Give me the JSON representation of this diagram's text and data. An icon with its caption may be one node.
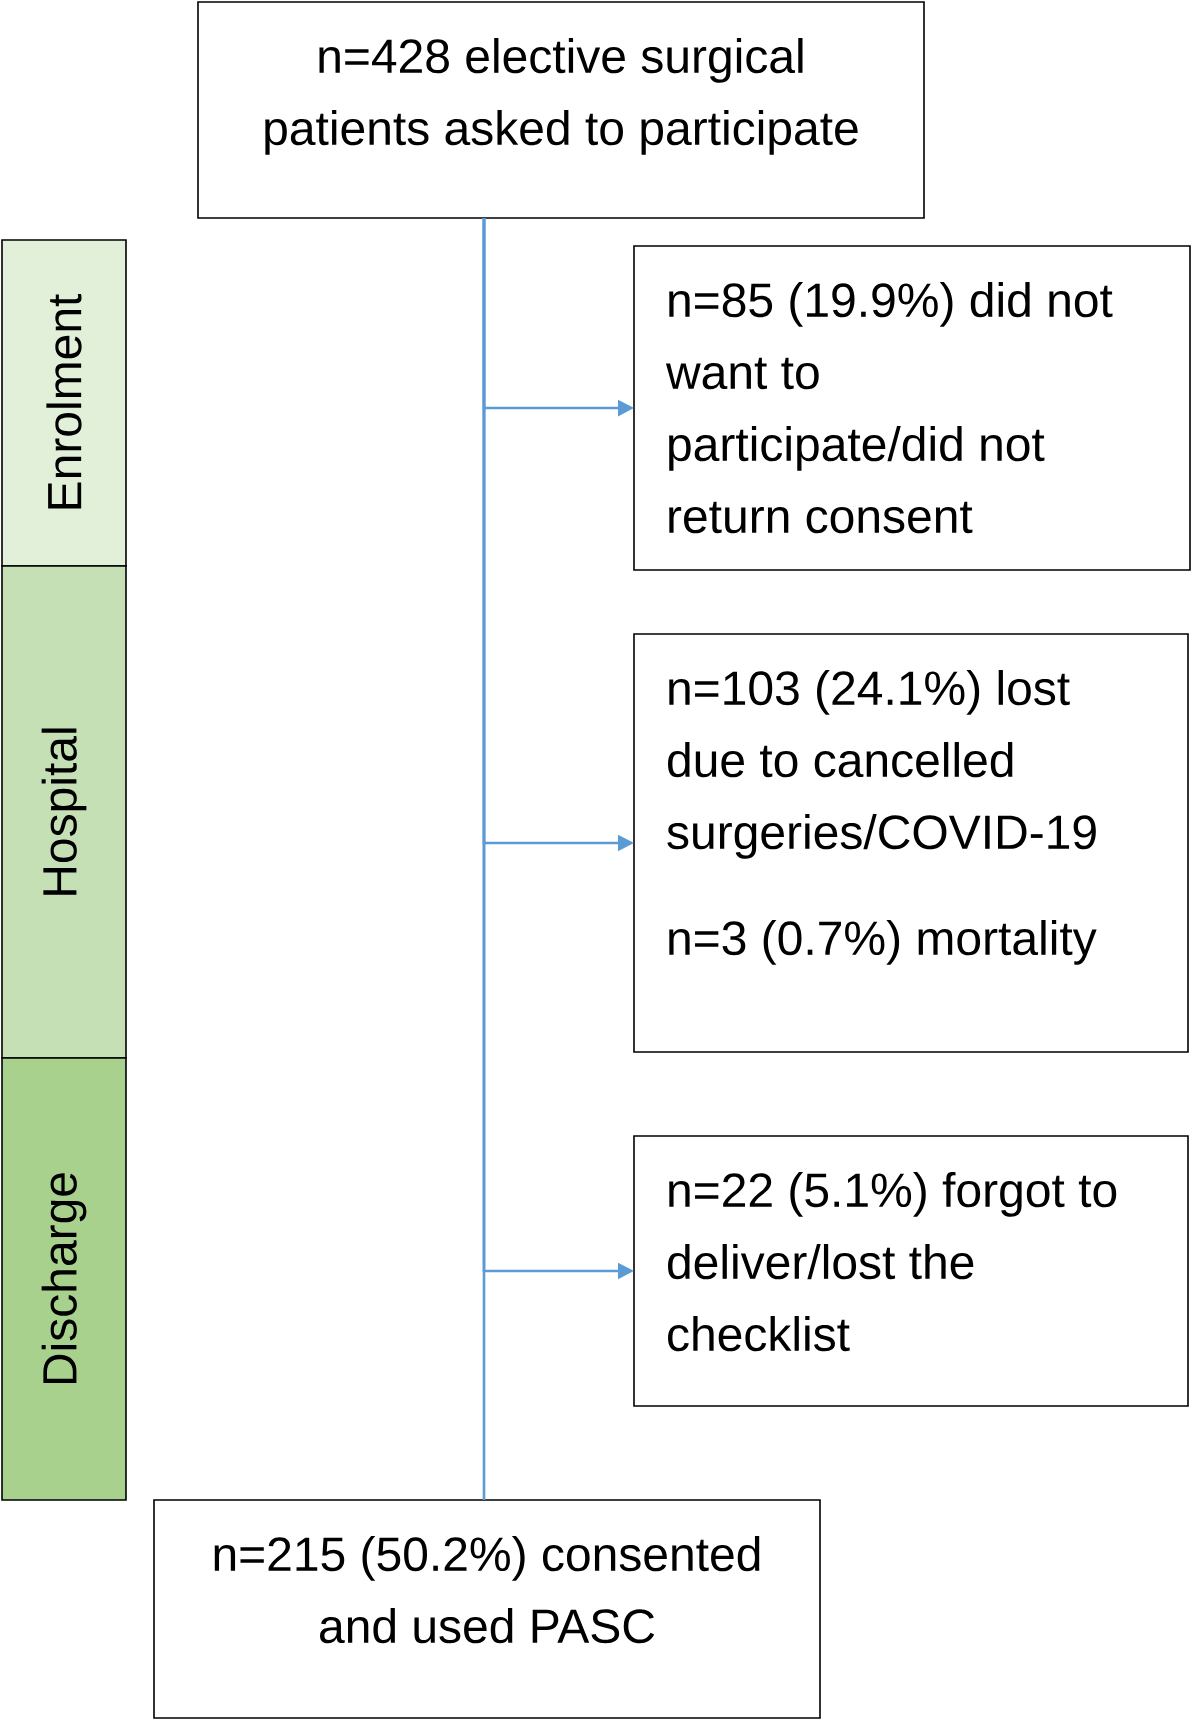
{
  "diagram": {
    "nodes": [
      {
        "text": [
          "n=428 elective surgical patients asked to participate"
        ]
      },
      {
        "text": [
          "Enrolment"
        ]
      },
      {
        "text": [
          "n=85 (19.9%) did not want to participate/did not return consent"
        ]
      },
      {
        "text": [
          "Hospital"
        ]
      },
      {
        "text": [
          "n=103 (24.1%) lost due to cancelled surgeries/COVID-19",
          "n=3 (0.7%) mortality"
        ]
      },
      {
        "text": [
          "Discharge"
        ]
      },
      {
        "text": [
          "n=22 (5.1%) forgot to deliver/lost the checklist"
        ]
      },
      {
        "text": [
          "n=215 (50.2%) consented and used PASC"
        ]
      }
    ],
    "edges": [
      {
        "from": 0,
        "to": 2,
        "arrow": "to"
      },
      {
        "from": 0,
        "to": 4,
        "arrow": "to"
      },
      {
        "from": 0,
        "to": 6,
        "arrow": "to"
      },
      {
        "from": 0,
        "to": 7,
        "arrow": "none"
      }
    ]
  }
}
